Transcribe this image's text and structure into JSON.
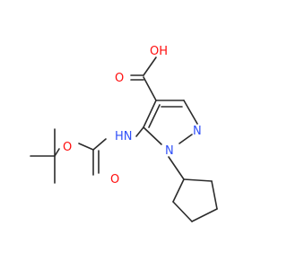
{
  "molecule": {
    "atoms": {
      "carboxyl_oh": {
        "text": "OH",
        "color": "#ff0d0d"
      },
      "carbonyl_o_acid": {
        "text": "O",
        "color": "#ff0d0d"
      },
      "ring_n2": {
        "text": "N",
        "color": "#3050f8"
      },
      "ring_n1": {
        "text": "N",
        "color": "#3050f8"
      },
      "amide_nh": {
        "text": "HN",
        "color": "#3050f8"
      },
      "ester_o": {
        "text": "O",
        "color": "#ff0d0d"
      },
      "carbamate_carbonyl_o": {
        "text": "O",
        "color": "#ff0d0d"
      }
    },
    "bond_color": "#2b2b2b"
  }
}
